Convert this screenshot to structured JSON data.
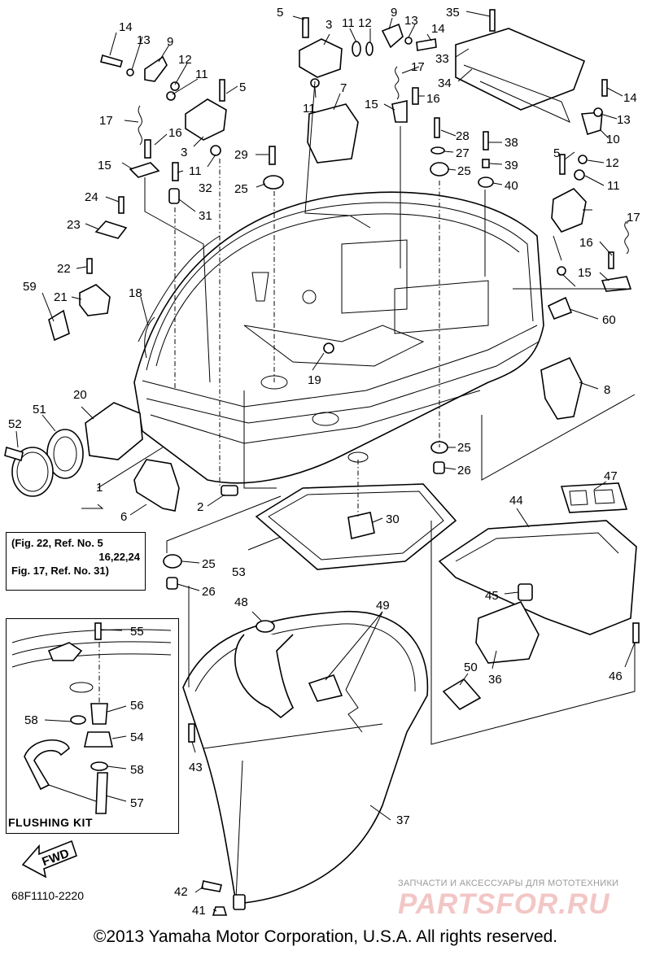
{
  "callouts": [
    "1",
    "2",
    "3",
    "3",
    "5",
    "5",
    "5",
    "6",
    "7",
    "8",
    "9",
    "9",
    "10",
    "11",
    "11",
    "11",
    "11",
    "11",
    "12",
    "12",
    "12",
    "13",
    "13",
    "13",
    "14",
    "14",
    "14",
    "15",
    "15",
    "15",
    "16",
    "16",
    "16",
    "17",
    "17",
    "17",
    "18",
    "19",
    "20",
    "21",
    "22",
    "23",
    "24",
    "25",
    "25",
    "25",
    "25",
    "26",
    "26",
    "27",
    "28",
    "29",
    "30",
    "31",
    "32",
    "33",
    "34",
    "35",
    "36",
    "37",
    "38",
    "39",
    "40",
    "41",
    "42",
    "43",
    "44",
    "45",
    "46",
    "47",
    "48",
    "49",
    "50",
    "51",
    "52",
    "53",
    "54",
    "55",
    "56",
    "57",
    "58",
    "58",
    "59",
    "60"
  ],
  "reference_note": {
    "line1": "(Fig. 22, Ref. No. 5",
    "line2": "16,22,24",
    "line3": "Fig. 17, Ref. No. 31)"
  },
  "flushing_kit_label": "FLUSHING KIT",
  "fwd_label": "FWD",
  "catalog_number": "68F1110-2220",
  "copyright": "©2013 Yamaha Motor Corporation, U.S.A. All rights reserved.",
  "watermark": {
    "subtitle": "ЗАПЧАСТИ И АКСЕССУАРЫ ДЛЯ МОТОТЕХНИКИ",
    "logo": "PARTSFOR.RU"
  }
}
